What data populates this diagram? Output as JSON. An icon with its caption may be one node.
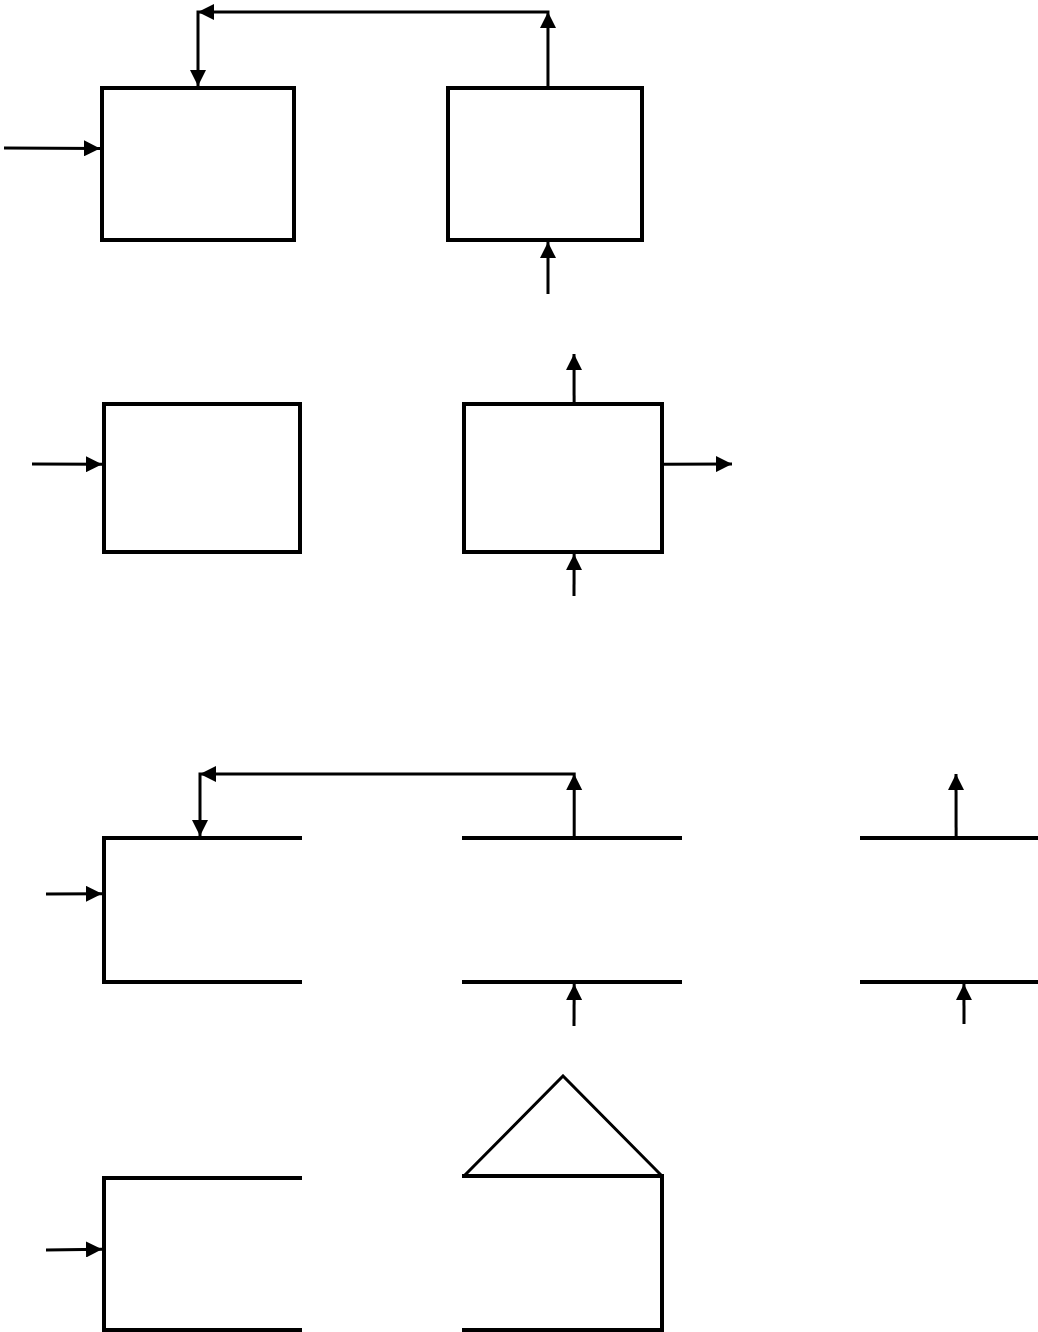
{
  "diagram": {
    "nodes": [
      {
        "text": [],
        "shape": "box"
      },
      {
        "text": [],
        "shape": "box"
      },
      {
        "text": [],
        "shape": "box"
      },
      {
        "text": [],
        "shape": "box"
      },
      {
        "text": [],
        "shape": "box"
      },
      {
        "text": [],
        "shape": "box"
      },
      {
        "text": [],
        "shape": "box"
      },
      {
        "text": [],
        "shape": "box"
      },
      {
        "text": [],
        "shape": "house"
      }
    ],
    "edges": [
      {
        "from": null,
        "to": 0,
        "arrow": "to"
      },
      {
        "from": 1,
        "to": 0,
        "arrow": "to"
      },
      {
        "from": null,
        "to": 1,
        "arrow": "to"
      },
      {
        "from": null,
        "to": 2,
        "arrow": "to"
      },
      {
        "from": 3,
        "to": null,
        "arrow": "to"
      },
      {
        "from": 3,
        "to": null,
        "arrow": "to"
      },
      {
        "from": null,
        "to": 3,
        "arrow": "to"
      },
      {
        "from": null,
        "to": 4,
        "arrow": "to"
      },
      {
        "from": 5,
        "to": 4,
        "arrow": "to"
      },
      {
        "from": null,
        "to": 5,
        "arrow": "to"
      },
      {
        "from": 6,
        "to": null,
        "arrow": "to"
      },
      {
        "from": null,
        "to": 6,
        "arrow": "to"
      },
      {
        "from": null,
        "to": 7,
        "arrow": "to"
      }
    ]
  }
}
